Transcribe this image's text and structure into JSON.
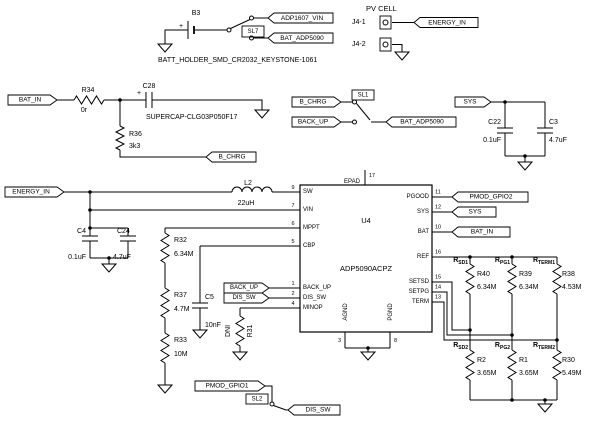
{
  "titles": {
    "pv_cell": "PV CELL"
  },
  "battery": {
    "ref": "B3",
    "plus": "+",
    "holder": "BATT_HOLDER_SMD_CR2032_KEYSTONE-1061"
  },
  "connectors": {
    "j4_1": "J4-1",
    "j4_2": "J4-2"
  },
  "switches": {
    "sl7": "SL7",
    "sl1": "SL1",
    "sl2": "SL2"
  },
  "nets": {
    "adp1607_vin": "ADP1607_VIN",
    "bat_adp5090": "BAT_ADP5090",
    "energy_in": "ENERGY_IN",
    "bat_in": "BAT_IN",
    "b_chrg": "B_CHRG",
    "back_up": "BACK_UP",
    "dis_sw": "DIS_SW",
    "sys": "SYS",
    "pmod_gpio1": "PMOD_GPIO1",
    "pmod_gpio2": "PMOD_GPIO2"
  },
  "components": {
    "r34": {
      "ref": "R34",
      "value": "0r"
    },
    "c28": {
      "ref": "C28",
      "plus": "+",
      "name": "SUPERCAP-CLG03P050F17"
    },
    "r36": {
      "ref": "R36",
      "value": "3k3"
    },
    "c22": {
      "ref": "C22",
      "value": "0.1uF"
    },
    "c3": {
      "ref": "C3",
      "value": "4.7uF"
    },
    "l2": {
      "ref": "L2",
      "value": "22uH"
    },
    "c4": {
      "ref": "C4",
      "value": "0.1uF"
    },
    "c24": {
      "ref": "C24",
      "value": "4.7uF"
    },
    "r32": {
      "ref": "R32",
      "value": "6.34M"
    },
    "r37": {
      "ref": "R37",
      "value": "4.7M"
    },
    "r33": {
      "ref": "R33",
      "value": "10M"
    },
    "c5": {
      "ref": "C5",
      "value": "10nF"
    },
    "r31": {
      "ref": "R31",
      "note": "DNI"
    },
    "r40": {
      "title_base": "R",
      "title_sub": "SD1",
      "ref": "R40",
      "value": "6.34M"
    },
    "r39": {
      "title_base": "R",
      "title_sub": "PG1",
      "ref": "R39",
      "value": "6.34M"
    },
    "r38": {
      "title_base": "R",
      "title_sub": "TERM1",
      "ref": "R38",
      "value": "4.53M"
    },
    "r2": {
      "title_base": "R",
      "title_sub": "SD2",
      "ref": "R2",
      "value": "3.65M"
    },
    "r1": {
      "title_base": "R",
      "title_sub": "PG2",
      "ref": "R1",
      "value": "3.65M"
    },
    "r30": {
      "title_base": "R",
      "title_sub": "TERM2",
      "ref": "R30",
      "value": "5.49M"
    }
  },
  "ic": {
    "ref": "U4",
    "part": "ADP5090ACPZ",
    "pins": {
      "sw": {
        "num": "9",
        "name": "SW"
      },
      "vin": {
        "num": "7",
        "name": "VIN"
      },
      "mppt": {
        "num": "6",
        "name": "MPPT"
      },
      "cbp": {
        "num": "5",
        "name": "CBP"
      },
      "back_up": {
        "num": "1",
        "name": "BACK_UP"
      },
      "dis_sw": {
        "num": "2",
        "name": "DIS_SW"
      },
      "minop": {
        "num": "4",
        "name": "MINOP"
      },
      "pgood": {
        "num": "11",
        "name": "PGOOD"
      },
      "sys": {
        "num": "12",
        "name": "SYS"
      },
      "bat": {
        "num": "10",
        "name": "BAT"
      },
      "ref": {
        "num": "16",
        "name": "REF"
      },
      "setsd": {
        "num": "15",
        "name": "SETSD"
      },
      "setpg": {
        "num": "14",
        "name": "SETPG"
      },
      "term": {
        "num": "13",
        "name": "TERM"
      },
      "agnd": {
        "num": "3",
        "name": "AGND"
      },
      "pgnd": {
        "num": "8",
        "name": "PGND"
      },
      "epad": {
        "num": "17",
        "name": "EPAD"
      }
    }
  }
}
